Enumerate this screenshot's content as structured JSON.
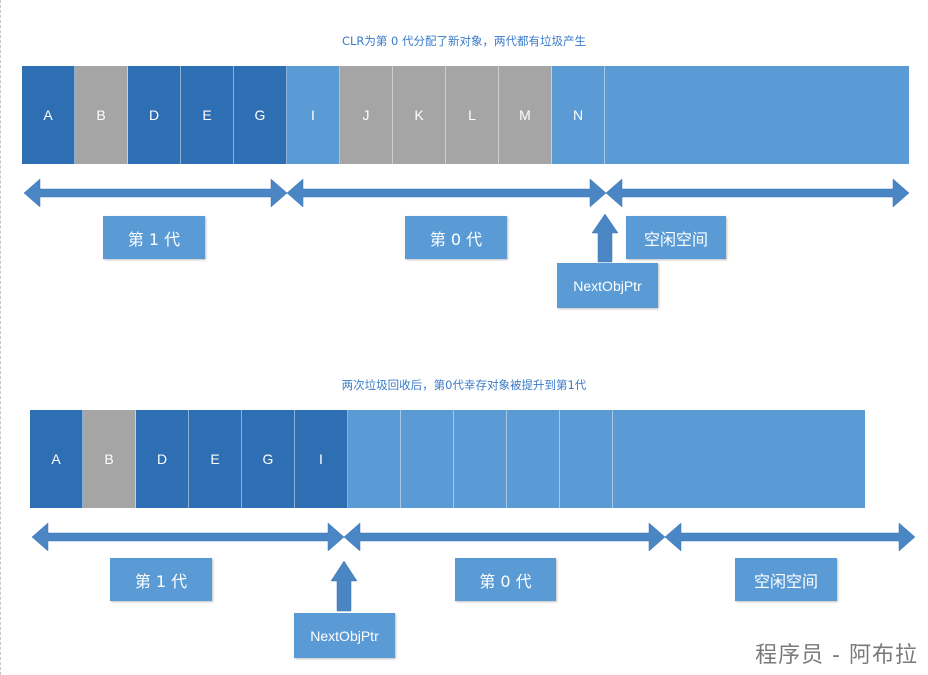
{
  "top": {
    "caption": "CLR为第 0 代分配了新对象，两代都有垃圾产生",
    "cells": [
      {
        "label": "A",
        "state": "dark"
      },
      {
        "label": "B",
        "state": "gray"
      },
      {
        "label": "D",
        "state": "dark"
      },
      {
        "label": "E",
        "state": "dark"
      },
      {
        "label": "G",
        "state": "dark"
      },
      {
        "label": "I",
        "state": "light"
      },
      {
        "label": "J",
        "state": "gray"
      },
      {
        "label": "K",
        "state": "gray"
      },
      {
        "label": "L",
        "state": "gray"
      },
      {
        "label": "M",
        "state": "gray"
      },
      {
        "label": "N",
        "state": "light"
      },
      {
        "label": "",
        "state": "light"
      }
    ],
    "gen1_label": "第 1 代",
    "gen0_label": "第 0 代",
    "free_label": "空闲空间",
    "pointer_label": "NextObjPtr"
  },
  "bottom": {
    "caption": "两次垃圾回收后，第0代幸存对象被提升到第1代",
    "cells": [
      {
        "label": "A",
        "state": "dark"
      },
      {
        "label": "B",
        "state": "gray"
      },
      {
        "label": "D",
        "state": "dark"
      },
      {
        "label": "E",
        "state": "dark"
      },
      {
        "label": "G",
        "state": "dark"
      },
      {
        "label": "I",
        "state": "dark"
      },
      {
        "label": "",
        "state": "light"
      },
      {
        "label": "",
        "state": "light"
      },
      {
        "label": "",
        "state": "light"
      },
      {
        "label": "",
        "state": "light"
      },
      {
        "label": "",
        "state": "light"
      },
      {
        "label": "",
        "state": "light"
      }
    ],
    "gen1_label": "第 1 代",
    "gen0_label": "第 0 代",
    "free_label": "空闲空间",
    "pointer_label": "NextObjPtr"
  },
  "watermark": "程序员 - 阿布拉",
  "colors": {
    "dark": "#2e6eb3",
    "gray": "#a5a5a5",
    "light": "#5b9bd5",
    "arrow": "#4a86c4"
  }
}
